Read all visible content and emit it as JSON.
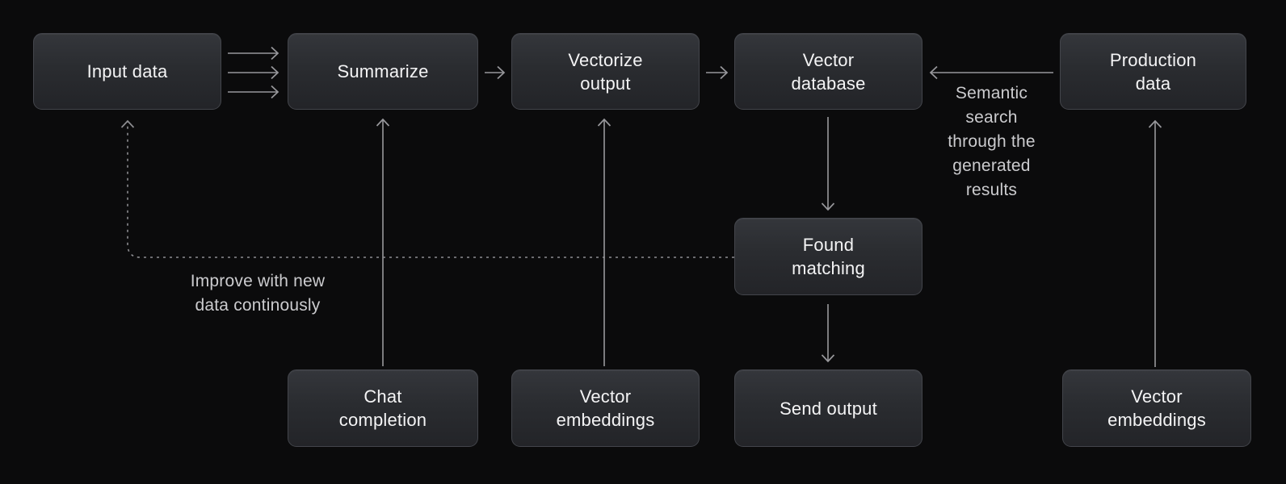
{
  "colors": {
    "bg": "#0b0b0c",
    "node-top": "#34363b",
    "node-bottom": "#232428",
    "node-border": "#43454b",
    "node-text": "#f4f4f5",
    "arrow": "#98989c",
    "dashed-arrow": "#8d8d91",
    "annotation-text": "#cbcbce"
  },
  "nodes": {
    "input_data": {
      "label": "Input data"
    },
    "summarize": {
      "label": "Summarize"
    },
    "vectorize_output": {
      "label": "Vectorize\noutput"
    },
    "vector_database": {
      "label": "Vector\ndatabase"
    },
    "production_data": {
      "label": "Production\ndata"
    },
    "found_matching": {
      "label": "Found\nmatching"
    },
    "chat_completion": {
      "label": "Chat\ncompletion"
    },
    "vector_embeddings_left": {
      "label": "Vector\nembeddings"
    },
    "send_output": {
      "label": "Send output"
    },
    "vector_embeddings_right": {
      "label": "Vector\nembeddings"
    }
  },
  "annotations": {
    "semantic_search": {
      "text": "Semantic\nsearch\nthrough the\ngenerated\nresults"
    },
    "improve": {
      "text": "Improve with new\ndata continously"
    }
  }
}
